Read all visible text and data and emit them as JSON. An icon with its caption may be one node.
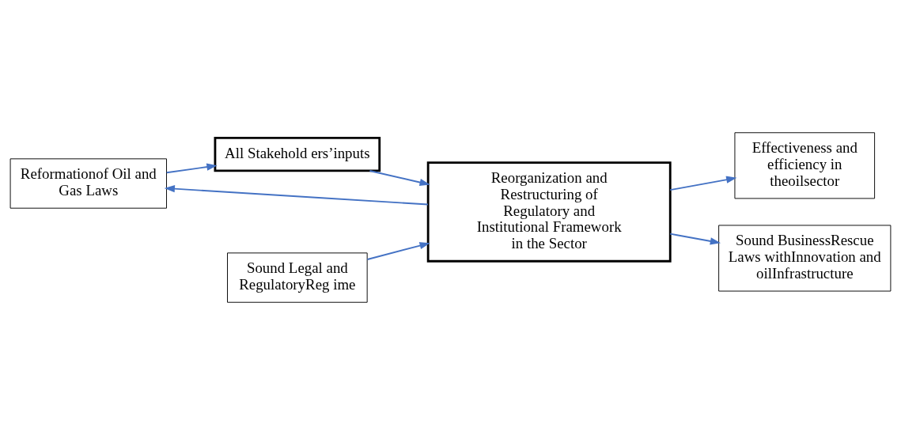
{
  "diagram": {
    "nodes": [
      {
        "text": [
          "Reformationof Oil and Gas Laws"
        ]
      },
      {
        "text": [
          "All Stakehold ers’inputs"
        ]
      },
      {
        "text": [
          "Sound Legal and RegulatoryReg ime"
        ]
      },
      {
        "text": [
          "Effectiveness and efficiency in theoilsector"
        ]
      },
      {
        "text": [
          "Reorganization and  Restructuring of Regulatory and Institutional Framework in the Sector"
        ]
      },
      {
        "text": [
          "Sound BusinessRescue Laws withInnovation and oilInfrastructure"
        ]
      }
    ],
    "edges": [
      {
        "from": 0,
        "to": 1,
        "arrow": "to"
      },
      {
        "from": 1,
        "to": 4,
        "arrow": "to"
      },
      {
        "from": 2,
        "to": 4,
        "arrow": "to"
      },
      {
        "from": 4,
        "to": 3,
        "arrow": "to"
      },
      {
        "from": 4,
        "to": 0,
        "arrow": "to"
      },
      {
        "from": 4,
        "to": 5,
        "arrow": "to"
      }
    ]
  }
}
